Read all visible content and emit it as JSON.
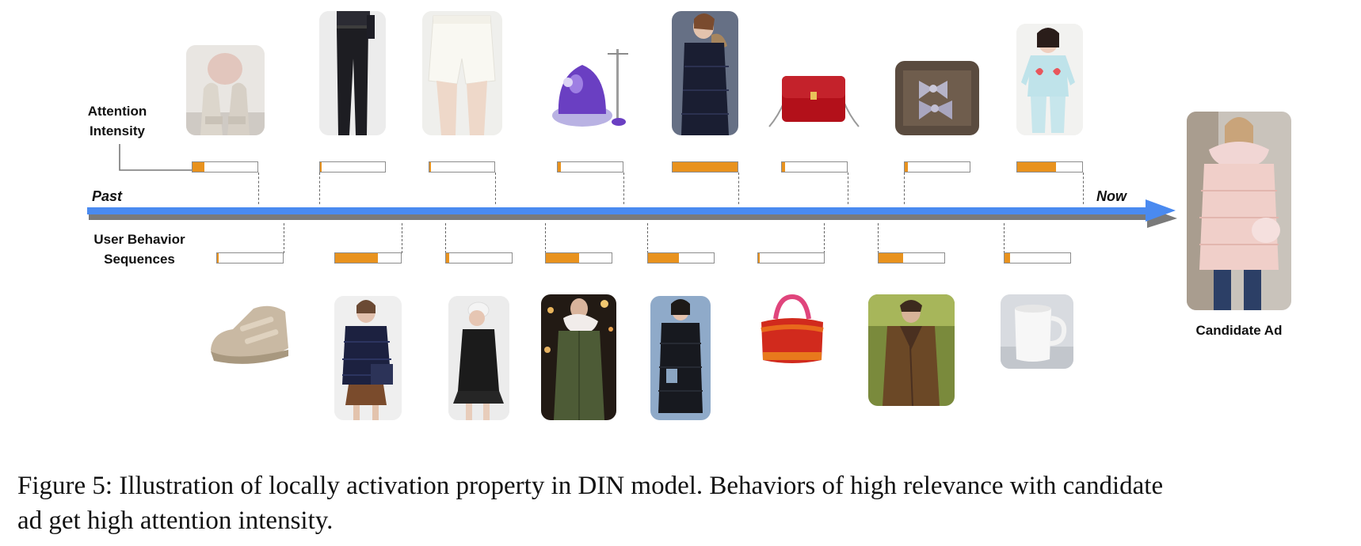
{
  "labels": {
    "attention_intensity": "Attention\nIntensity",
    "past": "Past",
    "now": "Now",
    "user_behavior_sequences": "User Behavior\nSequences",
    "candidate_ad": "Candidate Ad"
  },
  "caption": {
    "line1": "Figure 5: Illustration of locally activation property in DIN model. Behaviors of high relevance with candidate",
    "line2": "ad get high attention intensity."
  },
  "colors": {
    "accent_fill": "#e8921e",
    "timeline_blue": "#4a8af0",
    "timeline_gray": "#7a7a7a"
  },
  "top_items": [
    {
      "item": "gloves",
      "attention": 0.18
    },
    {
      "item": "black-trousers",
      "attention": 0.03
    },
    {
      "item": "white-shorts",
      "attention": 0.03
    },
    {
      "item": "garment-steamer",
      "attention": 0.05
    },
    {
      "item": "navy-down-coat",
      "attention": 1.0
    },
    {
      "item": "red-handbag",
      "attention": 0.05
    },
    {
      "item": "hair-bows",
      "attention": 0.05
    },
    {
      "item": "kids-pajamas",
      "attention": 0.6
    }
  ],
  "bottom_items": [
    {
      "item": "metallic-sneaker",
      "attention": 0.03
    },
    {
      "item": "navy-puffer-jacket",
      "attention": 0.65
    },
    {
      "item": "black-dress",
      "attention": 0.05
    },
    {
      "item": "olive-parka",
      "attention": 0.5
    },
    {
      "item": "black-long-coat",
      "attention": 0.47
    },
    {
      "item": "red-orange-handbag",
      "attention": 0.03
    },
    {
      "item": "brown-jacket",
      "attention": 0.37
    },
    {
      "item": "white-mug",
      "attention": 0.08
    }
  ]
}
